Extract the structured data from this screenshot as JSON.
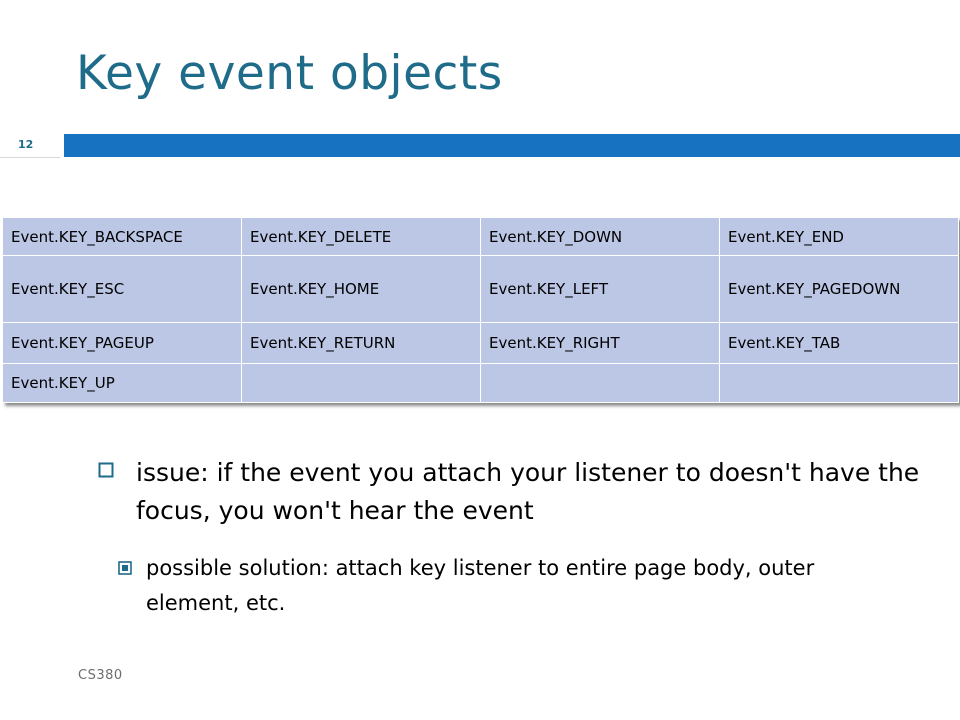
{
  "slide": {
    "title": "Key event objects",
    "number": "12",
    "footer": "CS380"
  },
  "colors": {
    "title": "#1f6b8a",
    "accent_bar": "#1872c2",
    "table_cell": "#bcc7e6",
    "bullet": "#1f6b8a"
  },
  "table": {
    "rows": [
      [
        "Event.KEY_BACKSPACE",
        "Event.KEY_DELETE",
        "Event.KEY_DOWN",
        "Event.KEY_END"
      ],
      [
        "Event.KEY_ESC",
        "Event.KEY_HOME",
        "Event.KEY_LEFT",
        "Event.KEY_PAGEDOWN"
      ],
      [
        "Event.KEY_PAGEUP",
        "Event.KEY_RETURN",
        "Event.KEY_RIGHT",
        "Event.KEY_TAB"
      ],
      [
        "Event.KEY_UP",
        "",
        "",
        ""
      ]
    ]
  },
  "bullets": {
    "level1": "issue: if the event you attach your listener to doesn't have the focus, you won't hear the event",
    "level2": "possible solution: attach key listener to entire page body, outer element, etc."
  },
  "icons": {
    "level1_bullet": "hollow-square-icon",
    "level2_bullet": "boxed-square-icon"
  }
}
